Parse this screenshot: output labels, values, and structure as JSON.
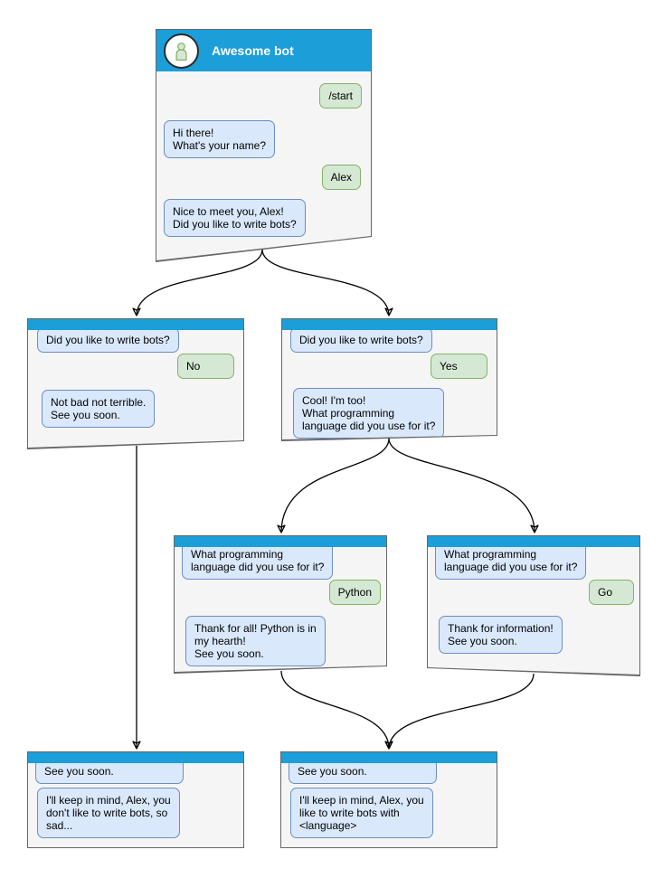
{
  "colors": {
    "header_blue": "#1C9ED9",
    "window_fill": "#F5F5F5",
    "window_border": "#666666",
    "bot_bubble_fill": "#DAE8FC",
    "bot_bubble_border": "#6C8EBF",
    "user_bubble_fill": "#D5E8D4",
    "user_bubble_border": "#82B366",
    "arrow": "#000000"
  },
  "main_window": {
    "title": "Awesome bot",
    "avatar_icon": "person-icon",
    "messages": [
      {
        "from": "user",
        "text": "/start"
      },
      {
        "from": "bot",
        "text": "Hi there!\nWhat's your name?"
      },
      {
        "from": "user",
        "text": "Alex"
      },
      {
        "from": "bot",
        "text": "Nice to meet you, Alex!\nDid you like to write bots?"
      }
    ]
  },
  "w_no": {
    "messages": [
      {
        "from": "bot",
        "text": "Did you like to write bots?"
      },
      {
        "from": "user",
        "text": "No"
      },
      {
        "from": "bot",
        "text": "Not bad not terrible.\nSee you soon."
      }
    ]
  },
  "w_yes": {
    "messages": [
      {
        "from": "bot",
        "text": "Did you like to write bots?"
      },
      {
        "from": "user",
        "text": "Yes"
      },
      {
        "from": "bot",
        "text": "Cool! I'm too!\nWhat programming\nlanguage did you use for it?"
      }
    ]
  },
  "w_python": {
    "messages": [
      {
        "from": "bot",
        "text": "What programming\nlanguage did you use for it?"
      },
      {
        "from": "user",
        "text": "Python"
      },
      {
        "from": "bot",
        "text": "Thank for all! Python is in\nmy hearth!\nSee you soon."
      }
    ]
  },
  "w_go": {
    "messages": [
      {
        "from": "bot",
        "text": "What programming\nlanguage did you use for it?"
      },
      {
        "from": "user",
        "text": "Go"
      },
      {
        "from": "bot",
        "text": "Thank for information!\nSee you soon."
      }
    ]
  },
  "w_end_no": {
    "messages": [
      {
        "from": "bot",
        "text": "See you soon."
      },
      {
        "from": "bot",
        "text": "I'll keep in mind, Alex, you\ndon't like to write bots, so\nsad..."
      }
    ]
  },
  "w_end_yes": {
    "messages": [
      {
        "from": "bot",
        "text": "See you soon."
      },
      {
        "from": "bot",
        "text": "I'll keep in mind, Alex, you\nlike to write bots with\n<language>"
      }
    ]
  }
}
